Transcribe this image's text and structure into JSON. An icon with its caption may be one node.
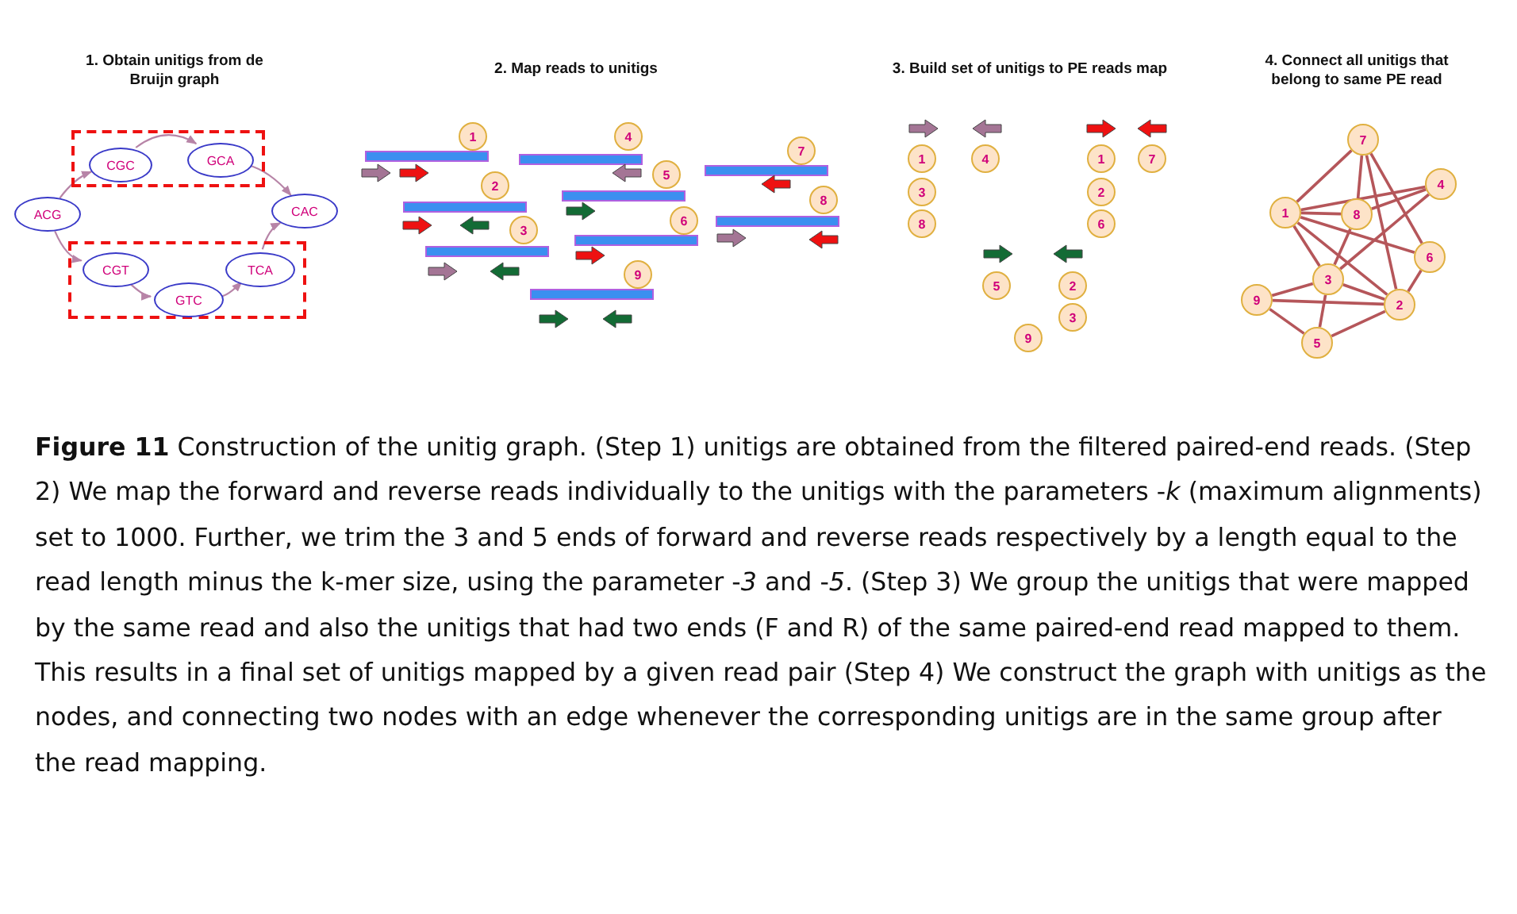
{
  "diagram": {
    "caption": "**Figure 11**  Construction of the unitig graph. (Step 1) unitigs are obtained from the filtered paired-end reads. (Step 2) We map the forward and reverse reads individually to the unitigs with the parameters -*k* (maximum alignments) set to 1000. Further, we trim the 3 and 5 ends of forward and reverse reads respectively by a length equal to the read length minus the k-mer size, using the parameter -*3* and -*5*. (Step 3) We group the unitigs that were mapped by the same read and also the unitigs that had two ends (F and R) of the same paired-end read mapped to them. This results in a final set of unitigs mapped by a given read pair (Step 4) We construct the graph with unitigs as the nodes, and connecting two nodes with an edge whenever the corresponding unitigs are in the same group after the read mapping.",
    "nodes": [
      {
        "text": [],
        "shape": "box"
      },
      {
        "text": [
          "CGC"
        ],
        "in": 0
      },
      {
        "text": [
          "GCA"
        ],
        "in": 0
      },
      {
        "text": [
          "ACG"
        ]
      },
      {
        "text": [
          "CAC"
        ]
      },
      {
        "text": [],
        "shape": "box"
      },
      {
        "text": [
          "CGT"
        ],
        "in": 5
      },
      {
        "text": [
          "GTC"
        ],
        "in": 5
      },
      {
        "text": [
          "TCA"
        ],
        "in": 5
      },
      {
        "text": [
          "1"
        ]
      },
      {
        "text": [
          "4"
        ]
      },
      {
        "text": [
          "7"
        ]
      },
      {
        "text": [
          "2"
        ]
      },
      {
        "text": [
          "5"
        ]
      },
      {
        "text": [
          "8"
        ]
      },
      {
        "text": [
          "3"
        ]
      },
      {
        "text": [
          "6"
        ]
      },
      {
        "text": [
          "9"
        ]
      },
      {
        "text": [
          "1"
        ]
      },
      {
        "text": [
          "3"
        ]
      },
      {
        "text": [
          "8"
        ]
      },
      {
        "text": [
          "4"
        ]
      },
      {
        "text": [
          "1"
        ]
      },
      {
        "text": [
          "2"
        ]
      },
      {
        "text": [
          "6"
        ]
      },
      {
        "text": [
          "7"
        ]
      },
      {
        "text": [
          "5"
        ]
      },
      {
        "text": [
          "2"
        ]
      },
      {
        "text": [
          "3"
        ]
      },
      {
        "text": [
          "9"
        ]
      },
      {
        "text": [
          "7"
        ]
      },
      {
        "text": [
          "4"
        ]
      },
      {
        "text": [
          "1"
        ]
      },
      {
        "text": [
          "8"
        ]
      },
      {
        "text": [
          "6"
        ]
      },
      {
        "text": [
          "3"
        ]
      },
      {
        "text": [
          "9"
        ]
      },
      {
        "text": [
          "2"
        ]
      },
      {
        "text": [
          "5"
        ]
      }
    ],
    "edges": [
      {
        "from": 3,
        "to": 1,
        "arrow": "to",
        "color": "#b784a7"
      },
      {
        "from": 1,
        "to": 2,
        "arrow": "to",
        "color": "#b784a7"
      },
      {
        "from": 2,
        "to": 4,
        "arrow": "to",
        "color": "#b784a7"
      },
      {
        "from": 3,
        "to": 6,
        "arrow": "to",
        "color": "#b784a7"
      },
      {
        "from": 6,
        "to": 7,
        "arrow": "to",
        "color": "#b784a7"
      },
      {
        "from": 7,
        "to": 8,
        "arrow": "to",
        "color": "#b784a7"
      },
      {
        "from": 8,
        "to": 4,
        "arrow": "to",
        "color": "#b784a7"
      },
      {
        "from": 30,
        "to": 32,
        "arrow": "none"
      },
      {
        "from": 30,
        "to": 33,
        "arrow": "none"
      },
      {
        "from": 30,
        "to": 37,
        "arrow": "none"
      },
      {
        "from": 30,
        "to": 34,
        "arrow": "none"
      },
      {
        "from": 32,
        "to": 31,
        "arrow": "none"
      },
      {
        "from": 33,
        "to": 31,
        "arrow": "none"
      },
      {
        "from": 31,
        "to": 35,
        "arrow": "none"
      },
      {
        "from": 32,
        "to": 33,
        "arrow": "none"
      },
      {
        "from": 32,
        "to": 34,
        "arrow": "none"
      },
      {
        "from": 32,
        "to": 37,
        "arrow": "none"
      },
      {
        "from": 32,
        "to": 35,
        "arrow": "none"
      },
      {
        "from": 33,
        "to": 35,
        "arrow": "none"
      },
      {
        "from": 35,
        "to": 37,
        "arrow": "none"
      },
      {
        "from": 35,
        "to": 36,
        "arrow": "none"
      },
      {
        "from": 35,
        "to": 38,
        "arrow": "none"
      },
      {
        "from": 36,
        "to": 37,
        "arrow": "none"
      },
      {
        "from": 36,
        "to": 38,
        "arrow": "none"
      },
      {
        "from": 38,
        "to": 37,
        "arrow": "none"
      },
      {
        "from": 34,
        "to": 37,
        "arrow": "none"
      }
    ],
    "labels": [
      "1. Obtain unitigs from de Bruijn graph",
      "2. Map reads to unitigs",
      "3. Build set of unitigs to PE reads map",
      "4. Connect all unitigs that belong to same PE read"
    ]
  }
}
